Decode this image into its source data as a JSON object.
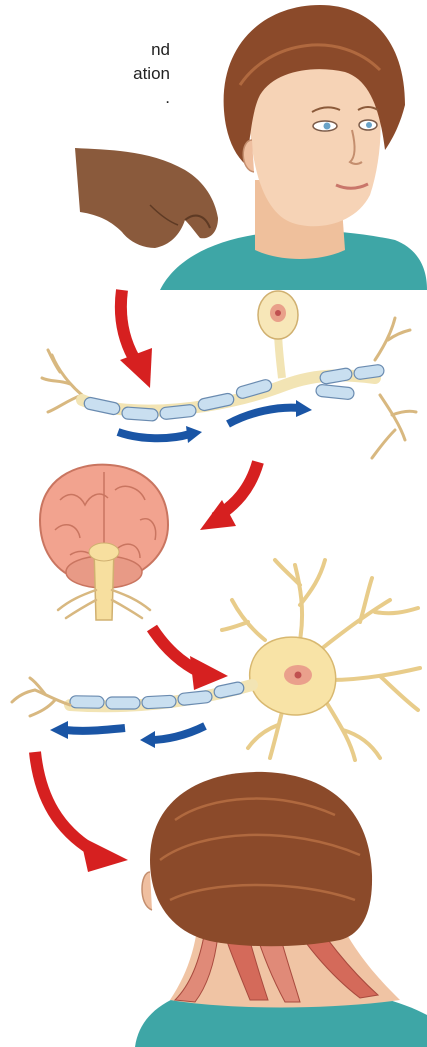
{
  "caption": {
    "lines": [
      "nd",
      "ation",
      "."
    ]
  },
  "colors": {
    "signal_arrow": "#d62020",
    "impulse_arrow": "#1a55a5",
    "skin": "#f6d3b6",
    "hair": "#8b4a2a",
    "shirt": "#3ea6a6",
    "nerve_fiber": "#f2e4b4",
    "myelin": "#c9dff0",
    "brain": "#f2a38f",
    "muscle": "#d46a5a"
  },
  "icons": [
    "touching-hand",
    "woman-face",
    "sensory-neuron",
    "brain",
    "motor-neuron",
    "head-back-neck-muscles"
  ]
}
